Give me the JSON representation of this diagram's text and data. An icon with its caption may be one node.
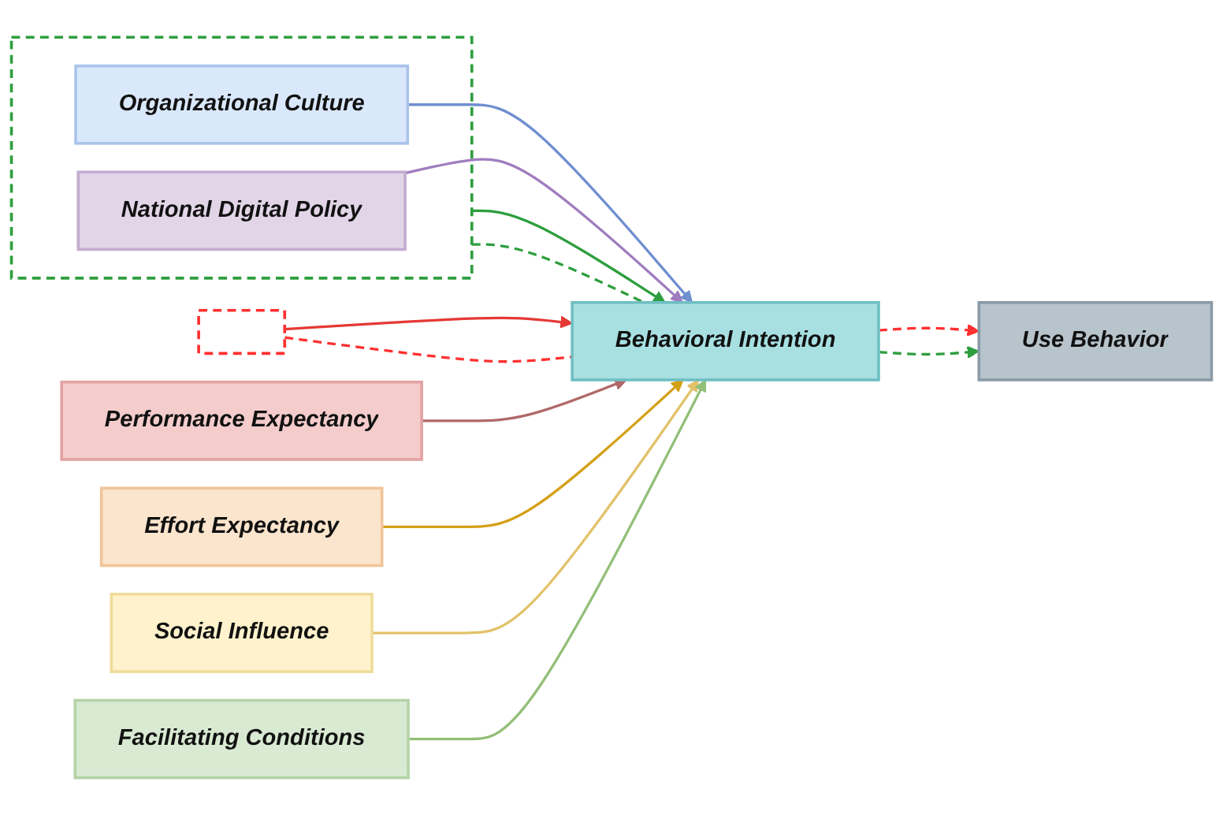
{
  "diagram": {
    "nodes": [
      {
        "text": [],
        "shape": "box"
      },
      {
        "text": [],
        "shape": "box"
      },
      {
        "text": [
          "Performance Expectancy"
        ]
      },
      {
        "text": [
          "Effort Expectancy"
        ]
      },
      {
        "text": [
          "Social Influence"
        ]
      },
      {
        "text": [
          "Facilitating Conditions"
        ]
      },
      {
        "text": [
          "Organizational Culture"
        ],
        "in": 1
      },
      {
        "text": [
          "National Digital Policy"
        ],
        "in": 1
      },
      {
        "text": [
          "Behavioral Intention"
        ]
      },
      {
        "text": [
          "Use Behavior"
        ]
      }
    ],
    "edges": [
      {
        "from": 2,
        "to": 8,
        "arrow": "to",
        "color": "#b06868"
      },
      {
        "from": 3,
        "to": 8,
        "arrow": "to",
        "color": "#d4a017"
      },
      {
        "from": 4,
        "to": 8,
        "arrow": "to",
        "color": "#e2c26a"
      },
      {
        "from": 5,
        "to": 8,
        "arrow": "to",
        "color": "#93bf78"
      },
      {
        "from": 6,
        "to": 8,
        "arrow": "to",
        "color": "#6f8fcf"
      },
      {
        "from": 7,
        "to": 8,
        "arrow": "to",
        "color": "#a07cbf"
      },
      {
        "from": 0,
        "to": 8,
        "arrow": "to",
        "color": "#e53935"
      },
      {
        "from": 0,
        "to": 8,
        "arrow": "none",
        "style": "dashed",
        "color": "#ff3030"
      },
      {
        "from": 8,
        "to": 9,
        "arrow": "to",
        "style": "dashed",
        "color": "#ff3030"
      },
      {
        "from": 1,
        "to": 8,
        "arrow": "to",
        "color": "#2e9e3e"
      },
      {
        "from": 1,
        "to": 8,
        "arrow": "none",
        "style": "dashed",
        "color": "#2e9e3e"
      },
      {
        "from": 8,
        "to": 9,
        "arrow": "to",
        "style": "dashed",
        "color": "#2e9e3e"
      }
    ]
  }
}
